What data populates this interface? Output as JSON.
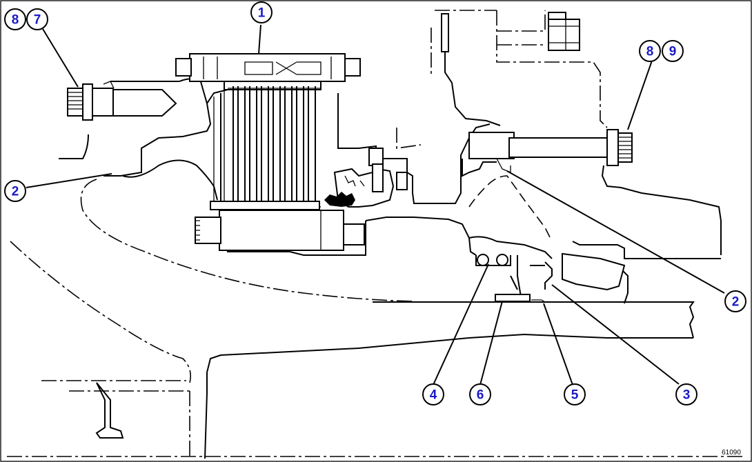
{
  "drawing_ref": "61090",
  "callouts": {
    "c1": "1",
    "c2_left": "2",
    "c2_right": "2",
    "c3": "3",
    "c4": "4",
    "c5": "5",
    "c6": "6",
    "c7": "7",
    "c8_left": "8",
    "c8_right": "8",
    "c9": "9"
  },
  "colors": {
    "callout_text": "#1a1ac8",
    "line": "#000000",
    "background": "#ffffff"
  }
}
